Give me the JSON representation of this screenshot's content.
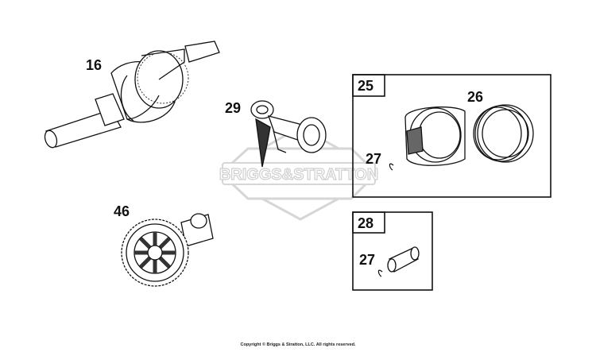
{
  "watermark": {
    "text": "BRIGGS&STRATTON"
  },
  "parts": {
    "crankshaft": {
      "number": "16"
    },
    "connecting_rod": {
      "number": "29"
    },
    "camshaft": {
      "number": "46"
    },
    "piston_group": {
      "number": "25"
    },
    "piston_rings": {
      "number": "26"
    },
    "retainer_upper": {
      "number": "27"
    },
    "pin_group": {
      "number": "28"
    },
    "retainer_lower": {
      "number": "27"
    }
  },
  "footer": {
    "copyright": "Copyright © Briggs & Stratton, LLC. All rights reserved."
  },
  "colors": {
    "line": "#111111",
    "watermark": "#d9d9d9",
    "fill": "#ffffff",
    "shade": "#555555"
  }
}
